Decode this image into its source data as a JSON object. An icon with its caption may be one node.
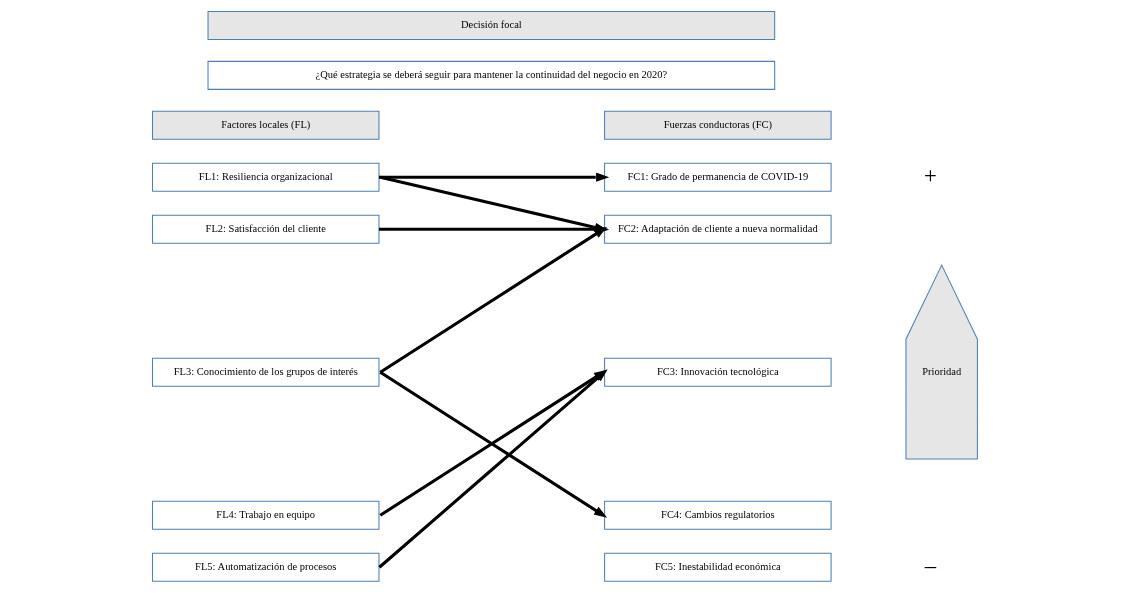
{
  "diagram": {
    "nodes": [
      {
        "text": [
          "Decisión focal"
        ]
      },
      {
        "text": [
          "¿Qué estrategia se deberá seguir para mantener la continuidad del negocio en 2020?"
        ]
      },
      {
        "text": [
          "Factores locales (FL)"
        ]
      },
      {
        "text": [
          "Fuerzas conductoras (FC)"
        ]
      },
      {
        "text": [
          "FL1: Resiliencia organizacional"
        ]
      },
      {
        "text": [
          "FL2: Satisfacción del cliente"
        ]
      },
      {
        "text": [
          "FL3: Conocimiento de los grupos de interés"
        ]
      },
      {
        "text": [
          "FL4: Trabajo en equipo"
        ]
      },
      {
        "text": [
          "FL5: Automatización de procesos"
        ]
      },
      {
        "text": [
          "FC1: Grado de permanencia de COVID-19"
        ]
      },
      {
        "text": [
          "FC2: Adaptación de cliente a nueva normalidad"
        ]
      },
      {
        "text": [
          "FC3: Innovación tecnológica"
        ]
      },
      {
        "text": [
          "FC4: Cambios regulatorios"
        ]
      },
      {
        "text": [
          "FC5: Inestabilidad económica"
        ]
      },
      {
        "text": [
          "Prioridad"
        ]
      }
    ],
    "edges": [
      {
        "from": 4,
        "to": 9,
        "arrow": "to"
      },
      {
        "from": 4,
        "to": 10,
        "arrow": "to"
      },
      {
        "from": 5,
        "to": 10,
        "arrow": "to"
      },
      {
        "from": 6,
        "to": 10,
        "arrow": "to"
      },
      {
        "from": 6,
        "to": 12,
        "arrow": "to"
      },
      {
        "from": 7,
        "to": 11,
        "arrow": "to"
      },
      {
        "from": 8,
        "to": 11,
        "arrow": "to"
      }
    ],
    "labels": [
      "+",
      "–"
    ]
  }
}
